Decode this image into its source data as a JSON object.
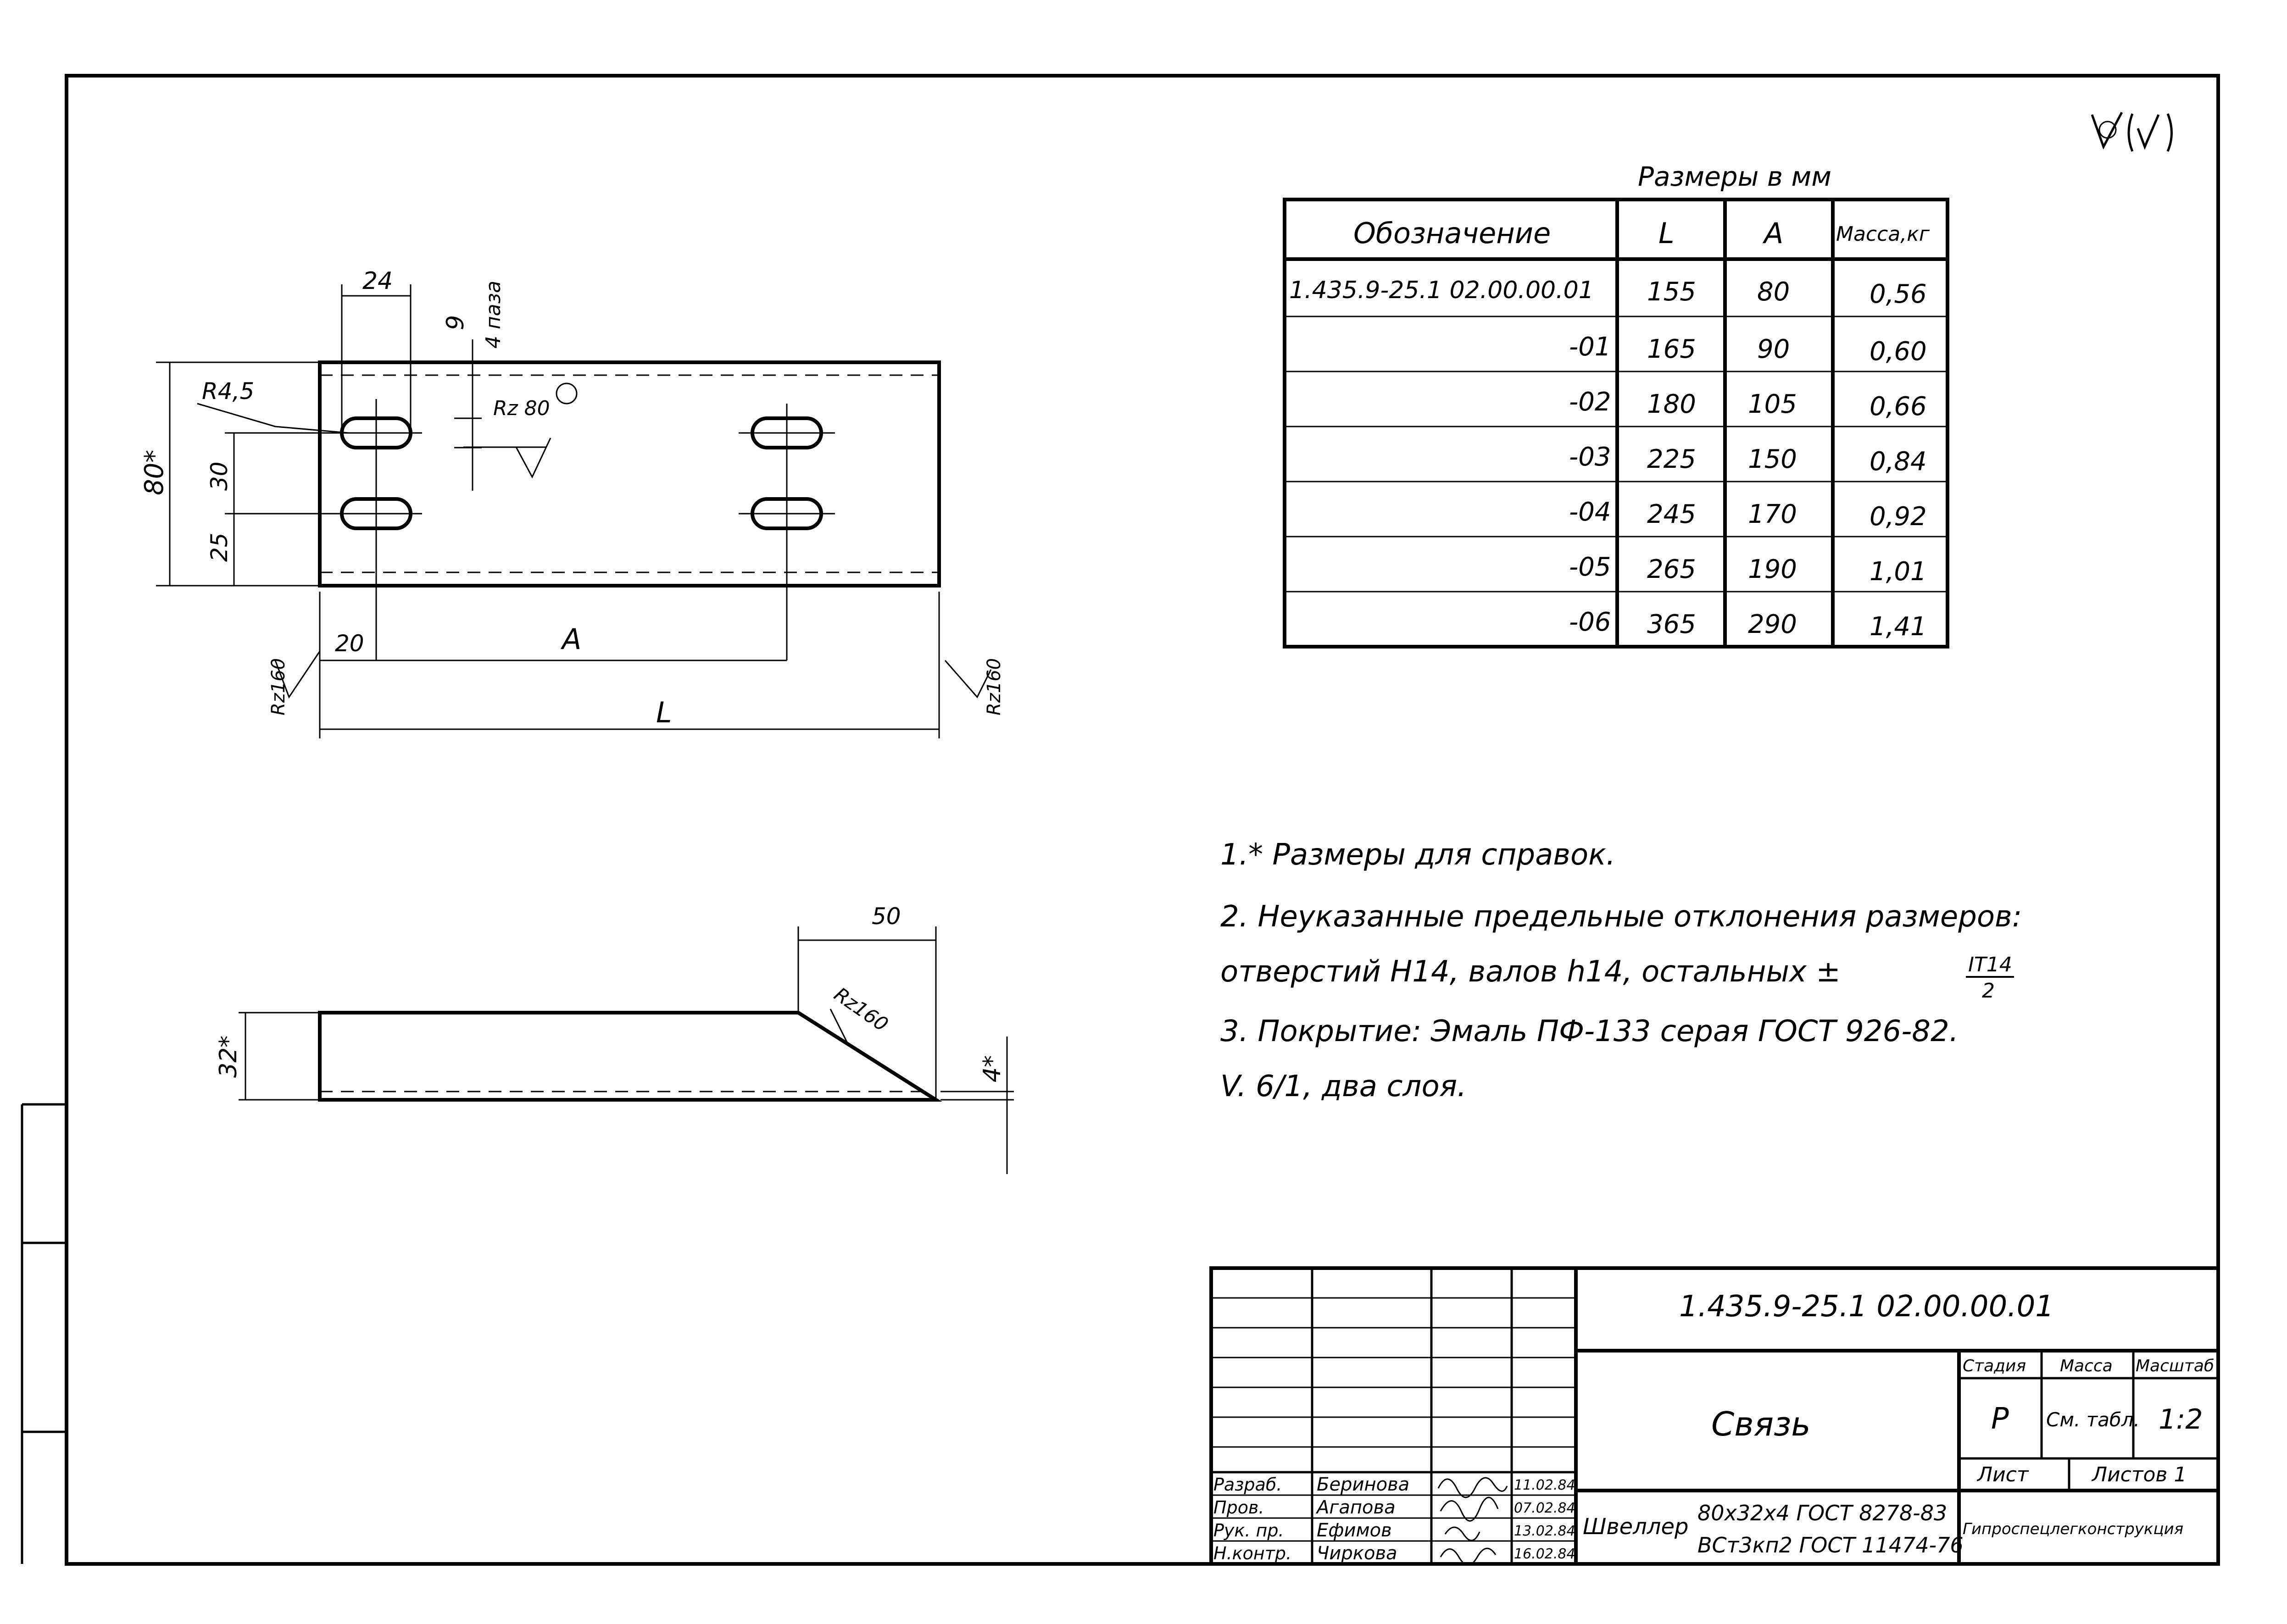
{
  "roughness_symbol": "√(√)",
  "table": {
    "caption": "Размеры в мм",
    "headers": [
      "Обозначение",
      "L",
      "A",
      "Масса,кг"
    ],
    "rows": [
      {
        "designation": "1.435.9-25.1 02.00.00.01",
        "L": "155",
        "A": "80",
        "mass": "0,56"
      },
      {
        "designation": "-01",
        "L": "165",
        "A": "90",
        "mass": "0,60"
      },
      {
        "designation": "-02",
        "L": "180",
        "A": "105",
        "mass": "0,66"
      },
      {
        "designation": "-03",
        "L": "225",
        "A": "150",
        "mass": "0,84"
      },
      {
        "designation": "-04",
        "L": "245",
        "A": "170",
        "mass": "0,92"
      },
      {
        "designation": "-05",
        "L": "265",
        "A": "190",
        "mass": "1,01"
      },
      {
        "designation": "-06",
        "L": "365",
        "A": "290",
        "mass": "1,41"
      }
    ]
  },
  "plan_view": {
    "dim_24": "24",
    "dim_9": "9",
    "slot_note": "4 паза",
    "r45": "R4,5",
    "rz80": "Rz 80",
    "dim_80": "80*",
    "dim_30": "30",
    "dim_25": "25",
    "dim_20": "20",
    "dim_A": "A",
    "dim_L": "L",
    "rz160_left": "Rz160",
    "rz160_right": "Rz160"
  },
  "side_view": {
    "dim_50": "50",
    "rz160": "Rz160",
    "dim_32": "32*",
    "dim_4": "4*"
  },
  "notes": [
    "1.* Размеры для справок.",
    "2. Неуказанные предельные отклонения размеров:",
    "отверстий H14, валов h14, остальных ±",
    "3. Покрытие: Эмаль ПФ-133 серая ГОСТ 926-82.",
    "V. 6/1, два слоя."
  ],
  "tolerance_fraction": {
    "num": "IT14",
    "den": "2"
  },
  "title_block": {
    "doc_number": "1.435.9-25.1 02.00.00.01",
    "name": "Связь",
    "stage_label": "Стадия",
    "mass_label": "Масса",
    "scale_label": "Масштаб",
    "stage": "Р",
    "mass": "См. табл.",
    "scale": "1:2",
    "sheet_label": "Лист",
    "sheets_label": "Листов 1",
    "material_name": "Швеллер",
    "material_line1": "80х32х4 ГОСТ 8278-83",
    "material_line2": "ВСт3кп2 ГОСТ 11474-76",
    "organization": "Гипроспецлегконструкция",
    "signatures": [
      {
        "role": "Разраб.",
        "name": "Беринова",
        "date": "11.02.84"
      },
      {
        "role": "Пров.",
        "name": "Агапова",
        "date": "07.02.84"
      },
      {
        "role": "Рук. пр.",
        "name": "Ефимов",
        "date": "13.02.84"
      },
      {
        "role": "Н.контр.",
        "name": "Чиркова",
        "date": "16.02.84"
      }
    ]
  }
}
